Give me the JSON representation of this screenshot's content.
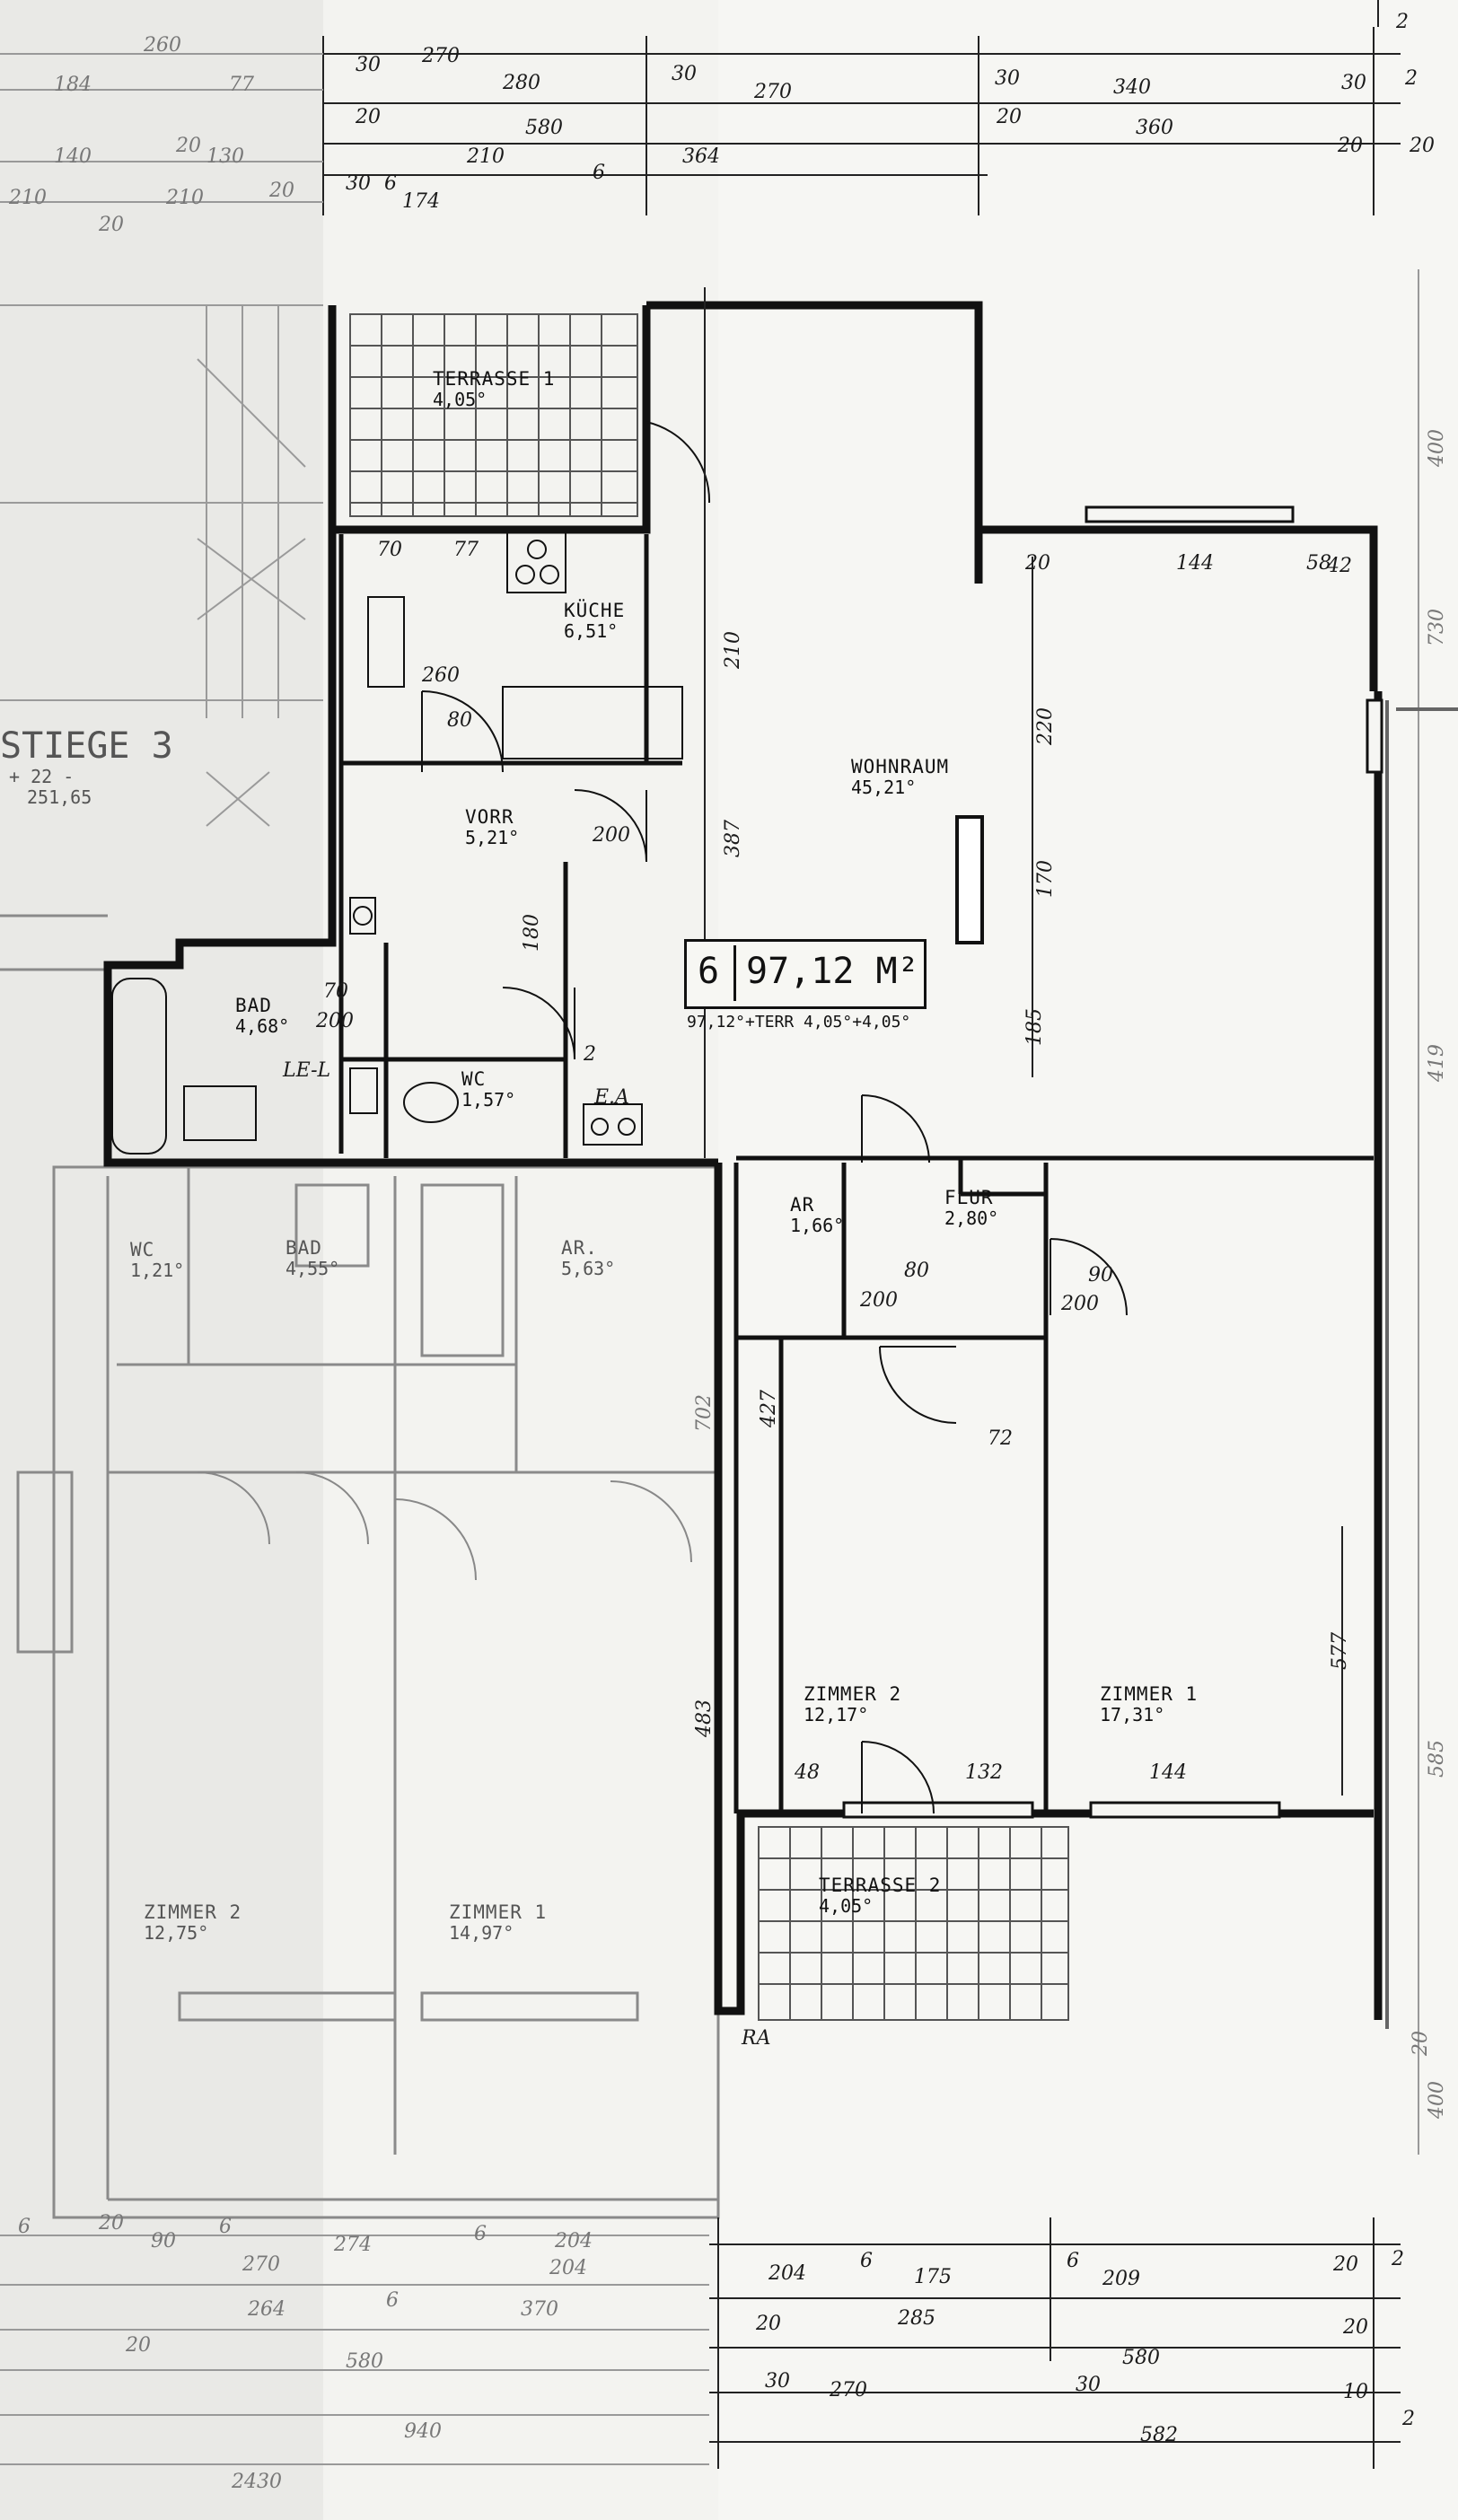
{
  "rooms": {
    "terrasse1": {
      "name": "TERRASSE 1",
      "area": "4,05°"
    },
    "kueche": {
      "name": "KÜCHE",
      "area": "6,51°"
    },
    "wohnraum": {
      "name": "WOHNRAUM",
      "area": "45,21°"
    },
    "vorr": {
      "name": "VORR",
      "area": "5,21°"
    },
    "bad": {
      "name": "BAD",
      "area": "4,68°"
    },
    "wc": {
      "name": "WC",
      "area": "1,57°"
    },
    "ar": {
      "name": "AR",
      "area": "1,66°"
    },
    "flur": {
      "name": "FLUR",
      "area": "2,80°"
    },
    "zimmer2": {
      "name": "ZIMMER 2",
      "area": "12,17°"
    },
    "zimmer1": {
      "name": "ZIMMER 1",
      "area": "17,31°"
    },
    "terrasse2": {
      "name": "TERRASSE 2",
      "area": "4,05°"
    }
  },
  "neighbor": {
    "stiege": {
      "name": "STIEGE 3",
      "level": "+ 22 -",
      "height": "251,65"
    },
    "bad": {
      "name": "BAD",
      "area": "4,55°"
    },
    "wc": {
      "name": "WC",
      "area": "1,21°"
    },
    "ar": {
      "name": "AR.",
      "area": "5,63°"
    },
    "zimmer2": {
      "name": "ZIMMER 2",
      "area": "12,75°"
    },
    "zimmer1": {
      "name": "ZIMMER 1",
      "area": "14,97°"
    }
  },
  "summary": {
    "unit": "6",
    "total": "97,12 M²",
    "breakdown": "97,12°+TERR 4,05°+4,05°"
  },
  "dims": {
    "top_row1": [
      "260",
      "30",
      "270",
      "280",
      "30",
      "270",
      "30",
      "340",
      "30",
      "2"
    ],
    "top_row2": [
      "184",
      "77",
      "20",
      "580",
      "20",
      "360",
      "20",
      "2"
    ],
    "top_row3": [
      "140",
      "20",
      "130",
      "210",
      "6",
      "364",
      "20"
    ],
    "top_row4": [
      "210",
      "20",
      "210",
      "20",
      "30",
      "6",
      "174"
    ],
    "right_col": [
      "400",
      "730",
      "419",
      "585",
      "20",
      "400"
    ],
    "bot_row1": [
      "6",
      "20",
      "90",
      "6",
      "274",
      "6",
      "204",
      "204",
      "6",
      "175",
      "6",
      "209",
      "20",
      "2"
    ],
    "bot_row2": [
      "270",
      "204",
      "20",
      "285",
      "20"
    ],
    "bot_row3": [
      "264",
      "6",
      "370",
      "20",
      "580"
    ],
    "bot_row4": [
      "580",
      "30",
      "270",
      "30",
      "10"
    ],
    "bot_row5": [
      "940",
      "582",
      "2"
    ],
    "bot_row6": [
      "2430"
    ],
    "inner": [
      "70",
      "77",
      "210",
      "144",
      "58",
      "220",
      "170",
      "185",
      "20",
      "387",
      "260",
      "80",
      "200",
      "70",
      "200",
      "80",
      "200",
      "90",
      "200",
      "72",
      "144",
      "132",
      "48",
      "42",
      "577",
      "427",
      "483",
      "702",
      "180",
      "2"
    ],
    "tags": [
      "LE-L",
      "E.A",
      "RA"
    ]
  }
}
